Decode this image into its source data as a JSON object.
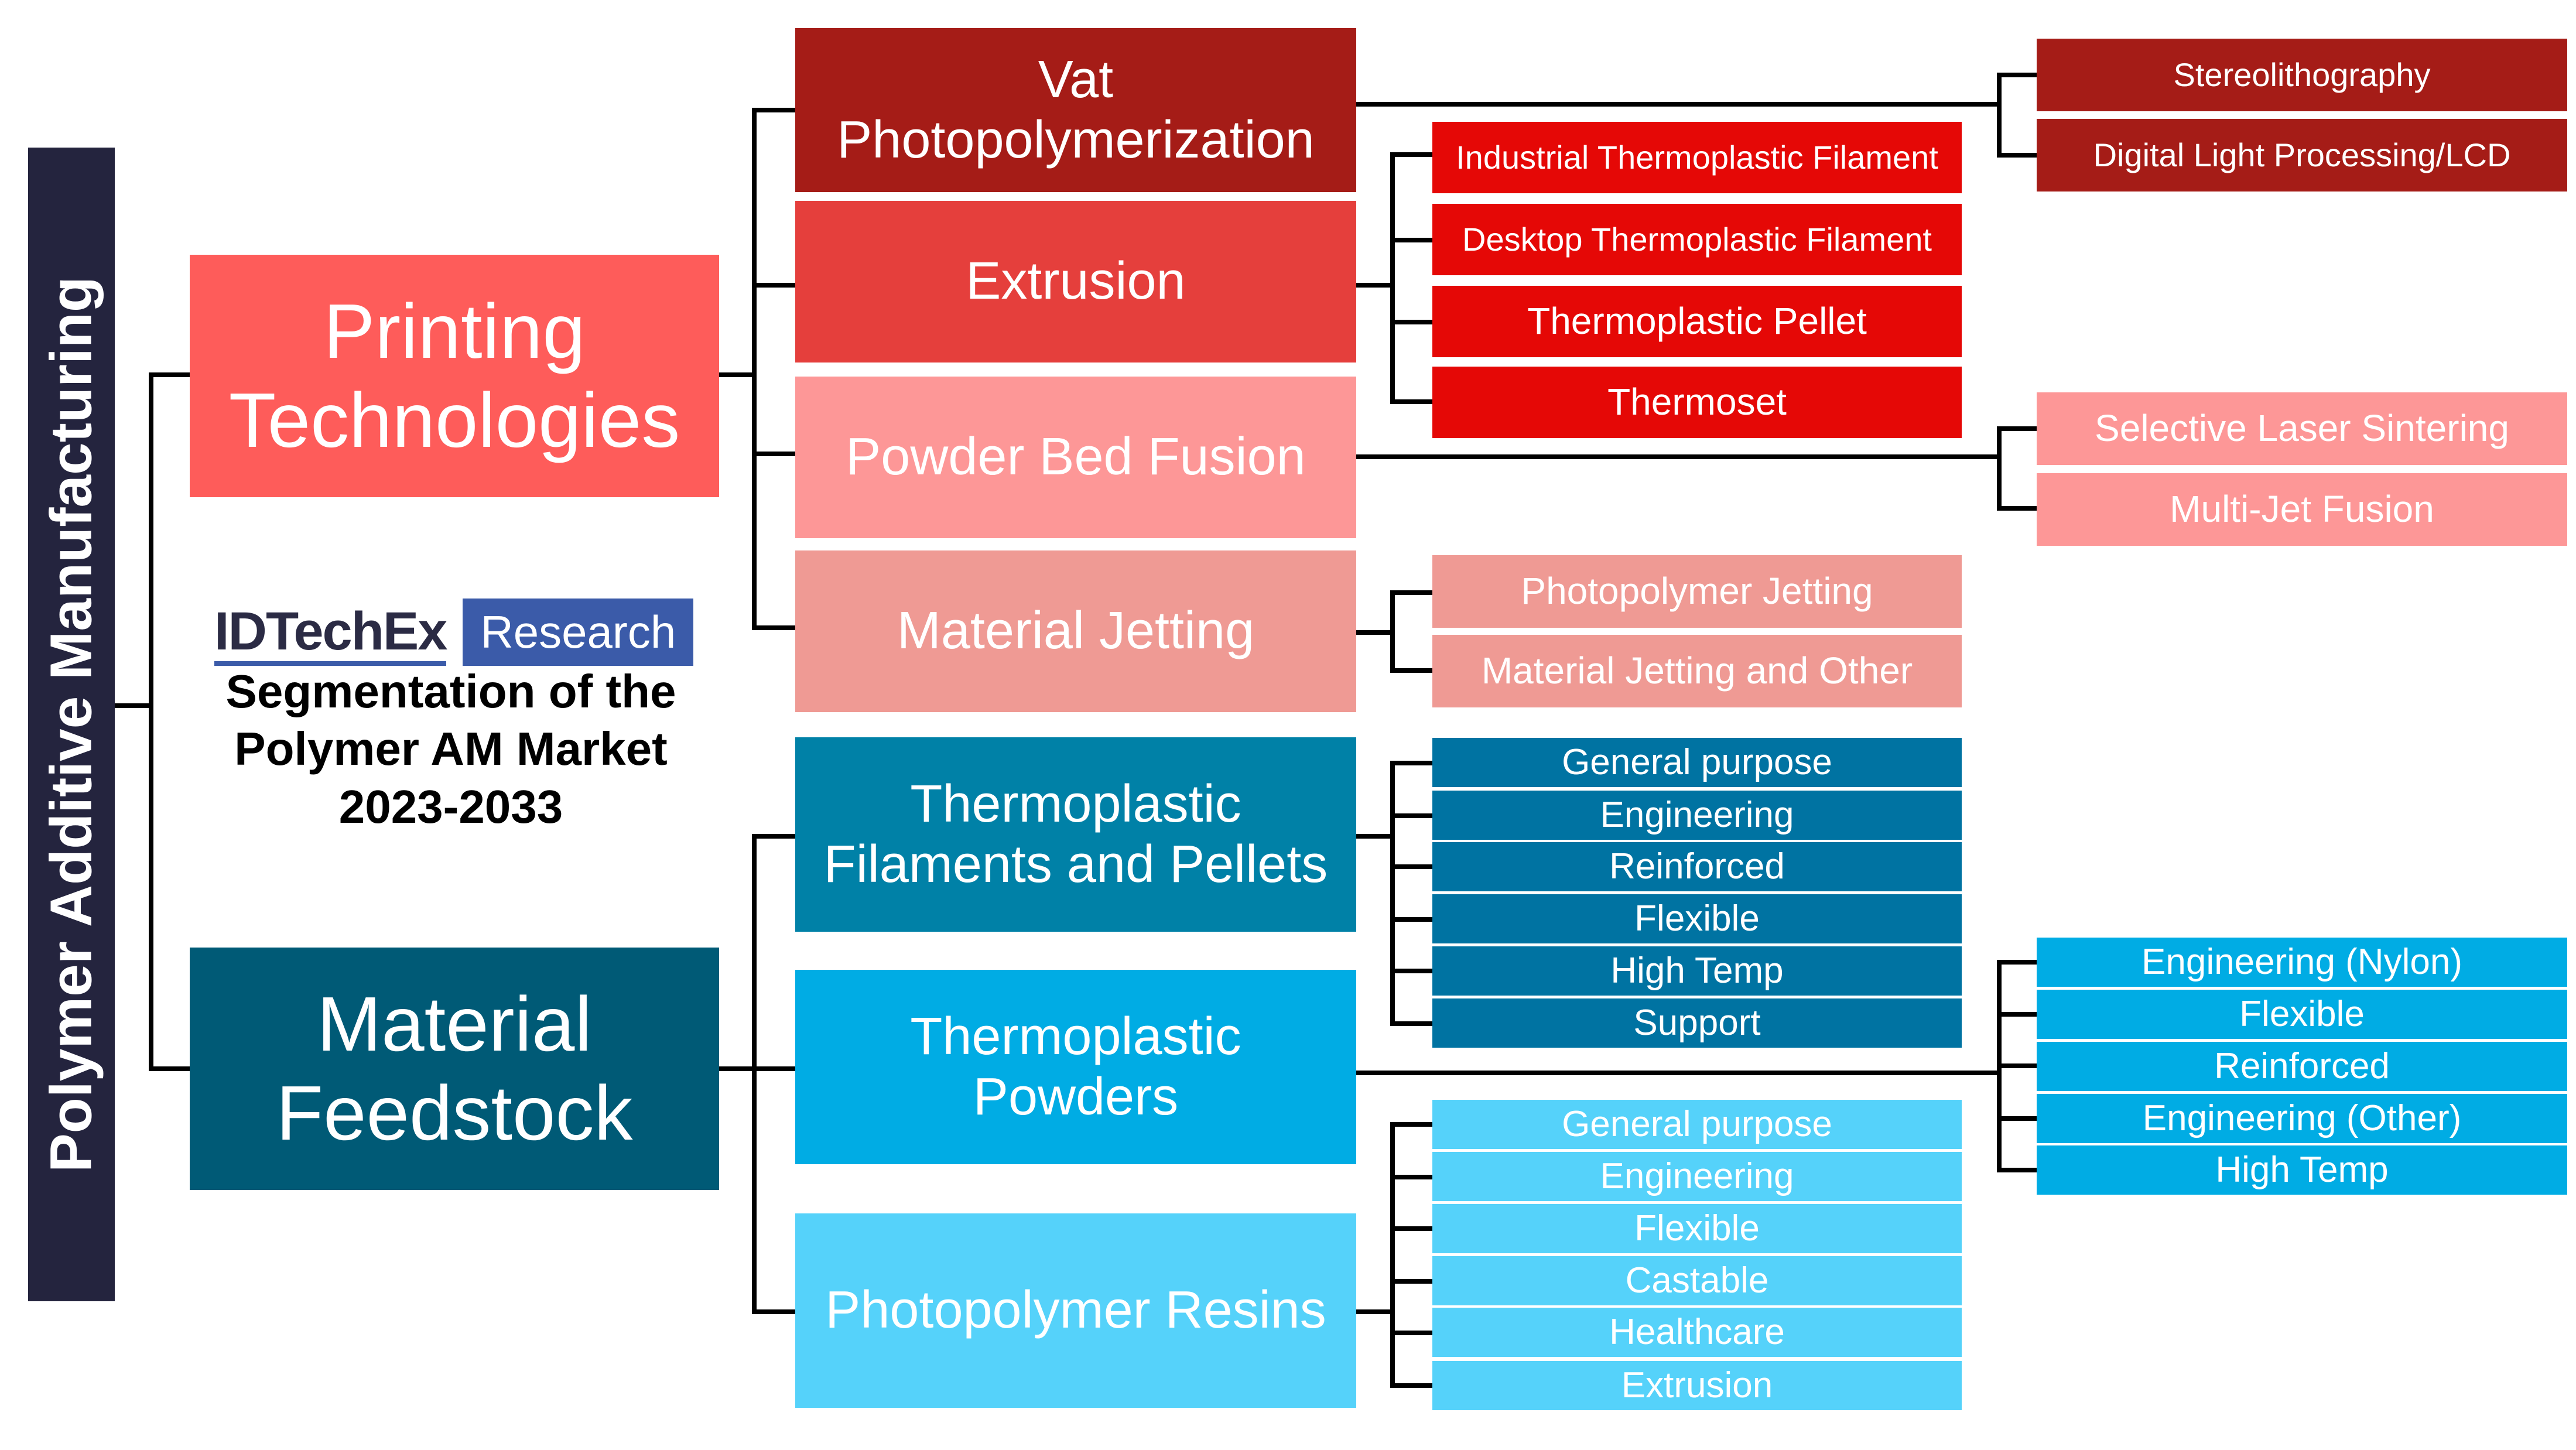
{
  "root": {
    "label": "Polymer Additive Manufacturing",
    "color": "#24243e"
  },
  "logo": {
    "brand": "IDTechEx",
    "badge": "Research"
  },
  "caption": {
    "line1": "Segmentation of the",
    "line2": "Polymer AM Market",
    "line3": "2023-2033"
  },
  "categories": {
    "printing": {
      "line1": "Printing",
      "line2": "Technologies",
      "color": "#fe5c5a",
      "technologies": {
        "vat": {
          "line1": "Vat",
          "line2": "Photopolymerization",
          "color": "#a51c17",
          "children": [
            "Stereolithography",
            "Digital Light Processing/LCD"
          ]
        },
        "extrusion": {
          "label": "Extrusion",
          "color": "#e53f3c",
          "children": [
            "Industrial Thermoplastic Filament",
            "Desktop Thermoplastic Filament",
            "Thermoplastic Pellet",
            "Thermoset"
          ]
        },
        "pbf": {
          "label": "Powder Bed Fusion",
          "color": "#fd9797",
          "children": [
            "Selective Laser Sintering",
            "Multi-Jet Fusion"
          ]
        },
        "jetting": {
          "label": "Material Jetting",
          "color": "#ef9a94",
          "children": [
            "Photopolymer Jetting",
            "Material Jetting and Other"
          ]
        }
      }
    },
    "feedstock": {
      "line1": "Material",
      "line2": "Feedstock",
      "color": "#005a76",
      "materials": {
        "filaments": {
          "line1": "Thermoplastic",
          "line2": "Filaments and Pellets",
          "color": "#0081a7",
          "children": [
            "General purpose",
            "Engineering",
            "Reinforced",
            "Flexible",
            "High Temp",
            "Support"
          ]
        },
        "powders": {
          "line1": "Thermoplastic",
          "line2": "Powders",
          "color": "#00ace4",
          "children": [
            "Engineering (Nylon)",
            "Flexible",
            "Reinforced",
            "Engineering (Other)",
            "High Temp"
          ]
        },
        "resins": {
          "label": "Photopolymer Resins",
          "color": "#55d2fa",
          "children": [
            "General purpose",
            "Engineering",
            "Flexible",
            "Castable",
            "Healthcare",
            "Extrusion"
          ]
        }
      }
    }
  },
  "leaf_colors": {
    "vat": "#a51c17",
    "extrusion": "#e50806",
    "pbf": "#fd9797",
    "jetting": "#ef9a94",
    "filaments": "#0073a2",
    "powders": "#00ace4",
    "resins": "#55d2fa"
  }
}
